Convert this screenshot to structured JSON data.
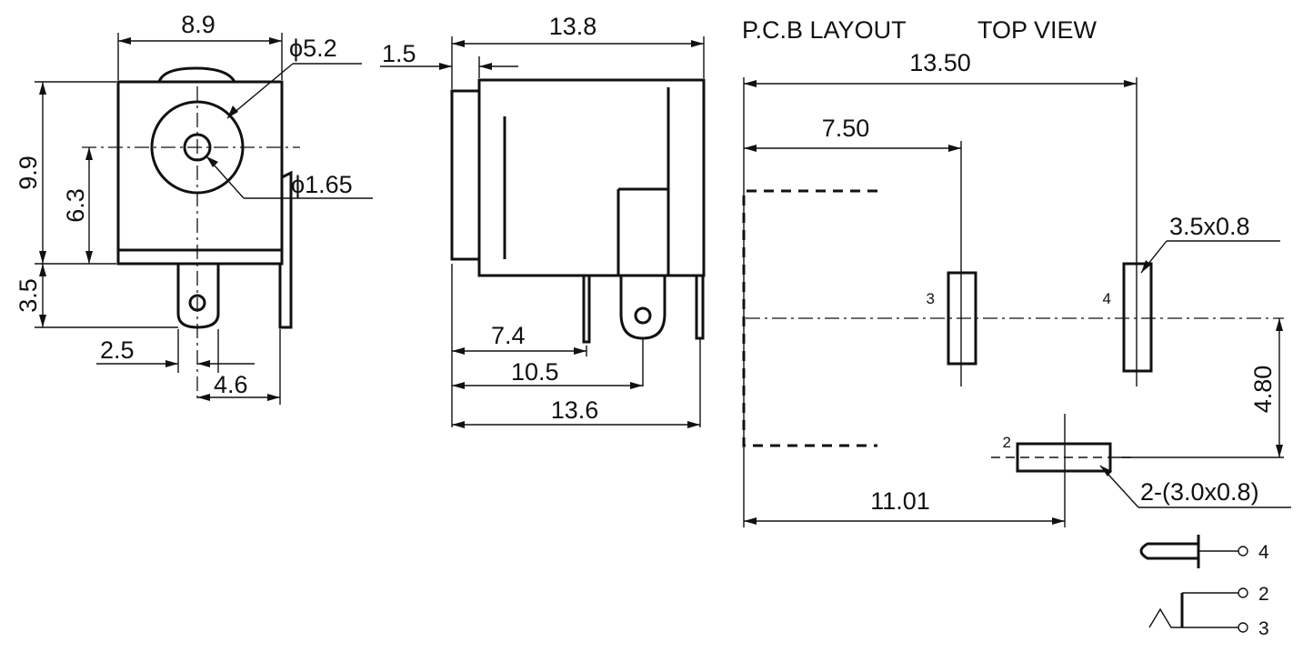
{
  "front_view": {
    "width": "8.9",
    "bore_diameter": "ϕ5.2",
    "pin_diameter": "ϕ1.65",
    "height": "9.9",
    "center_height": "6.3",
    "terminal_length": "3.5",
    "offset_a": "2.5",
    "offset_b": "4.6"
  },
  "side_view": {
    "length": "13.8",
    "flange": "1.5",
    "pin_a": "7.4",
    "pin_b": "10.5",
    "pin_c": "13.6"
  },
  "pcb_layout": {
    "title": "P.C.B LAYOUT",
    "subtitle": "TOP VIEW",
    "total_width": "13.50",
    "pad3_distance": "7.50",
    "pad4_size": "3.5x0.8",
    "pad2_offset": "4.80",
    "pad2_distance": "11.01",
    "pad2_size": "2-(3.0x0.8)",
    "pad_labels": {
      "pin2": "2",
      "pin3": "3",
      "pin4": "4"
    }
  },
  "schematic": {
    "pin4": "4",
    "pin2": "2",
    "pin3": "3"
  }
}
